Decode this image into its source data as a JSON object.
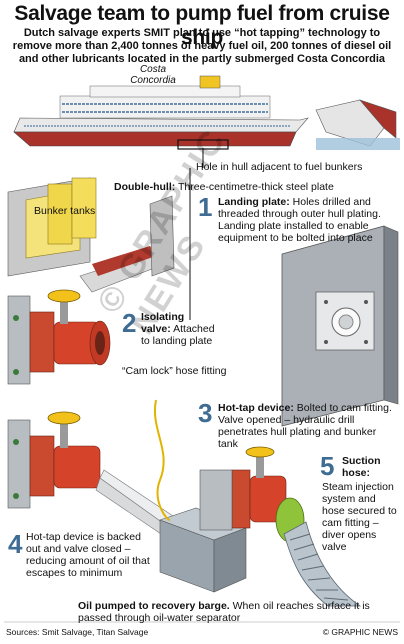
{
  "title": "Salvage team to pump fuel from cruise ship",
  "subtitle": "Dutch salvage experts SMIT plan to use “hot tapping” technology to remove more than 2,400 tonnes of heavy fuel oil, 200 tonnes of diesel oil and other lubricants located in the partly submerged Costa Concordia",
  "ship_name": "Costa Concordia",
  "hull_note": "Hole in hull adjacent to fuel bunkers",
  "double_hull": {
    "label": "Double-hull:",
    "text": "Three-centimetre-thick steel plate"
  },
  "bunker_label": "Bunker tanks",
  "steps": [
    {
      "num": "1",
      "title": "Landing plate:",
      "text": "Holes drilled and threaded through outer hull plating. Landing plate installed to enable equipment to be bolted into place"
    },
    {
      "num": "2",
      "title": "Isolating valve:",
      "text": "Attached to landing plate"
    },
    {
      "num": "3",
      "title": "Hot-tap device:",
      "text": "Bolted to cam fitting. Valve opened – hydraulic drill penetrates hull plating and bunker tank"
    },
    {
      "num": "4",
      "title": "",
      "text": "Hot-tap device is backed out and valve closed – reducing amount of oil that escapes to minimum"
    },
    {
      "num": "5",
      "title": "Suction hose:",
      "text": "Steam injection system and hose secured to cam fitting – diver opens valve"
    }
  ],
  "cam_lock": "“Cam lock” hose fitting",
  "oil_pumped": {
    "label": "Oil pumped to recovery barge.",
    "text": "When oil reaches surface it is passed through oil-water separator"
  },
  "sources": "Sources: Smit Salvage, Titan Salvage",
  "credit": "© GRAPHIC NEWS",
  "watermark": "© GRAPHIC NEWS",
  "colors": {
    "number_blue": "#3e6c93",
    "hull_red": "#b03a2e",
    "valve_red": "#d5432b",
    "wheel_yellow": "#f2c21b",
    "plate_gray": "#a9afb5"
  }
}
